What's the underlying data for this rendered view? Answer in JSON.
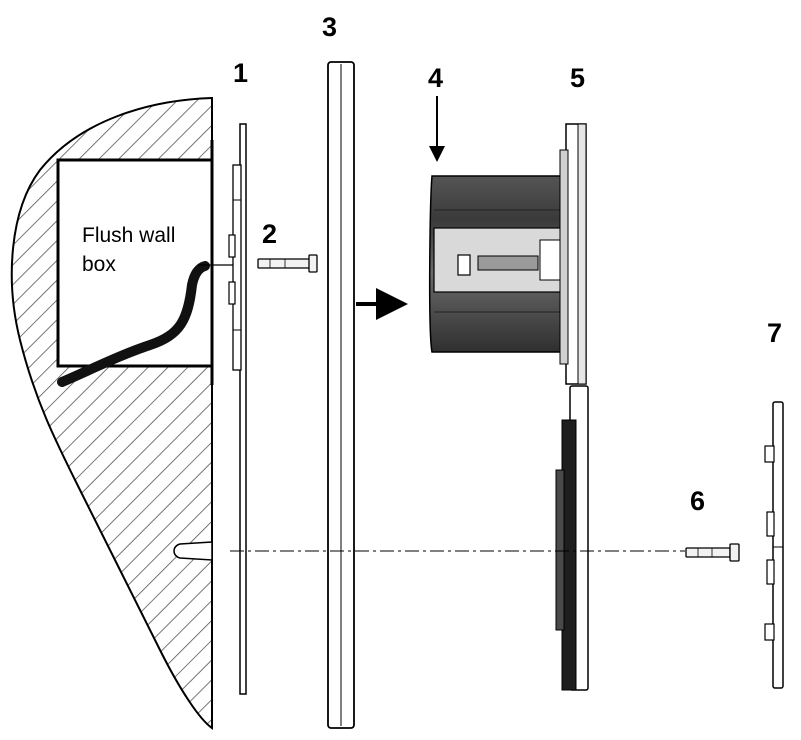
{
  "callouts": {
    "n1": "1",
    "n2": "2",
    "n3": "3",
    "n4": "4",
    "n5": "5",
    "n6": "6",
    "n7": "7"
  },
  "labels": {
    "box_line1": "Flush wall",
    "box_line2": "box"
  },
  "colors": {
    "line": "#000000",
    "hatch": "#555555",
    "part_dark": "#3a3a3a",
    "part_mid": "#8a8a8a",
    "part_light": "#d9d9d9"
  }
}
